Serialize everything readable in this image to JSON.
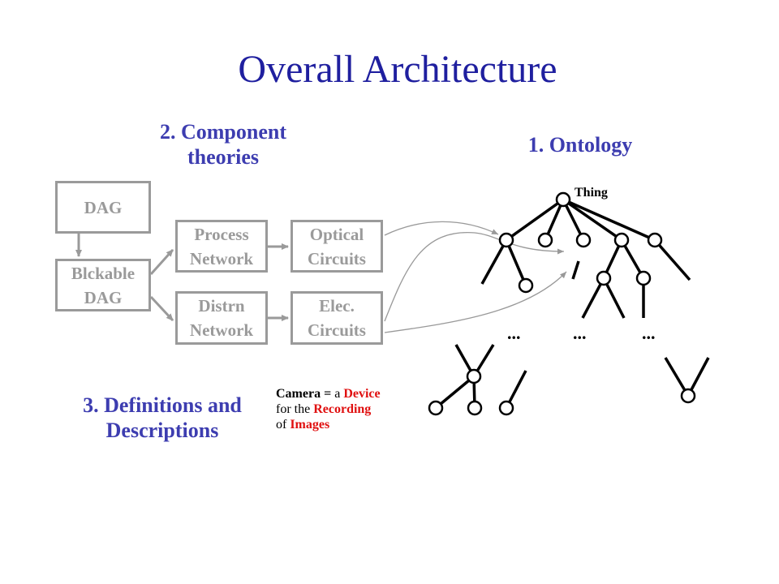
{
  "title": "Overall Architecture",
  "headings": {
    "component": [
      "2. Component",
      "theories"
    ],
    "ontology": "1. Ontology",
    "definitions": [
      "3. Definitions and",
      "Descriptions"
    ]
  },
  "boxes": {
    "dag": [
      "DAG"
    ],
    "blockable": [
      "Blckable",
      "DAG"
    ],
    "process": [
      "Process",
      "Network"
    ],
    "distrn": [
      "Distrn",
      "Network"
    ],
    "optical": [
      "Optical",
      "Circuits"
    ],
    "elec": [
      "Elec.",
      "Circuits"
    ]
  },
  "ontology": {
    "root_label": "Thing",
    "ellipses": [
      "...",
      "...",
      "..."
    ]
  },
  "definition": {
    "line1": [
      "Camera =",
      "a",
      "Device"
    ],
    "line2": [
      "for the",
      "Recording"
    ],
    "line3": [
      "of",
      "Images"
    ]
  },
  "colors": {
    "title": "#1f1f9f",
    "heading": "#3d3db0",
    "box": "#9a9a9a",
    "highlight": "#e01010"
  }
}
